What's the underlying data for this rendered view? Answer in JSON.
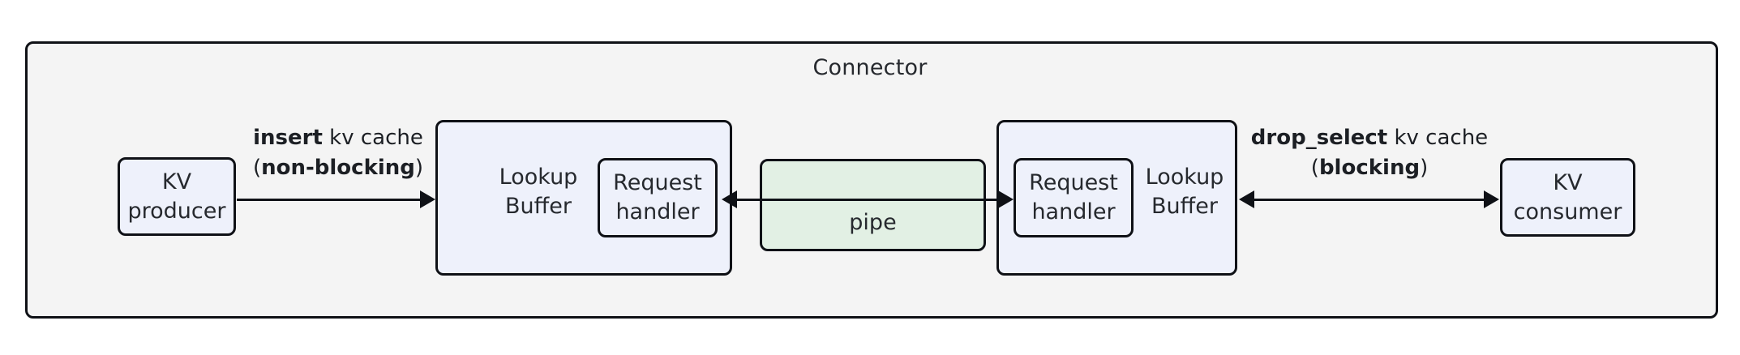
{
  "diagram": {
    "title": "Connector",
    "nodes": {
      "kv_producer": {
        "lines": [
          "KV",
          "producer"
        ]
      },
      "lookup_buffer_left": {
        "lines": [
          "Lookup",
          "Buffer"
        ]
      },
      "request_handler_left": {
        "lines": [
          "Request",
          "handler"
        ]
      },
      "pipe": {
        "lines": [
          "pipe"
        ]
      },
      "request_handler_right": {
        "lines": [
          "Request",
          "handler"
        ]
      },
      "lookup_buffer_right": {
        "lines": [
          "Lookup",
          "Buffer"
        ]
      },
      "kv_consumer": {
        "lines": [
          "KV",
          "consumer"
        ]
      }
    },
    "edges": {
      "insert": {
        "line1_bold": "insert",
        "line1_rest": " kv cache",
        "line2_open": "(",
        "line2_bold": "non-blocking",
        "line2_close": ")",
        "direction": "right"
      },
      "pipe_transfer": {
        "direction": "bidirectional"
      },
      "drop_select": {
        "line1_bold": "drop_select",
        "line1_rest": " kv cache",
        "line2_open": "(",
        "line2_bold": "blocking",
        "line2_close": ")",
        "direction": "bidirectional"
      }
    },
    "colors": {
      "frame_fill": "#f4f4f4",
      "node_fill": "#eef1fb",
      "pipe_fill": "#e2f0e4",
      "stroke": "#0f1116",
      "text": "#26292e"
    }
  }
}
